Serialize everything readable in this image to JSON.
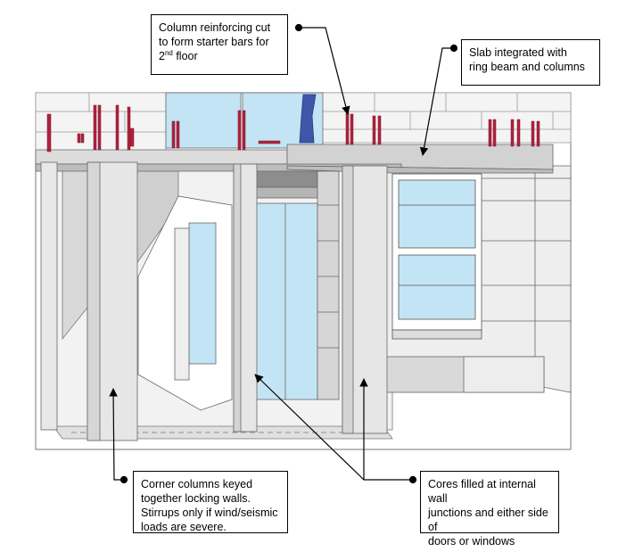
{
  "callouts": {
    "column_reinforcing": {
      "line1": "Column reinforcing cut",
      "line2": "to form starter bars for",
      "line3_num": "2",
      "line3_sup": "nd",
      "line3_rest": " floor"
    },
    "slab": {
      "line1": "Slab integrated with",
      "line2": "ring beam and columns"
    },
    "corner_columns": {
      "line1": "Corner columns keyed",
      "line2": "together locking walls.",
      "line3": "Stirrups only if wind/seismic",
      "line4": "loads are severe."
    },
    "cores": {
      "line1": "Cores filled at internal wall",
      "line2": "junctions and either side of",
      "line3": "doors or windows"
    }
  },
  "colors": {
    "glass": "#c3e4f4",
    "concrete_light": "#e6e6e6",
    "concrete_mid": "#cfcfcf",
    "concrete_dark": "#a8a8a8",
    "rebar": "#b0223f",
    "pipe": "#3f57a8",
    "outline": "#555555"
  }
}
